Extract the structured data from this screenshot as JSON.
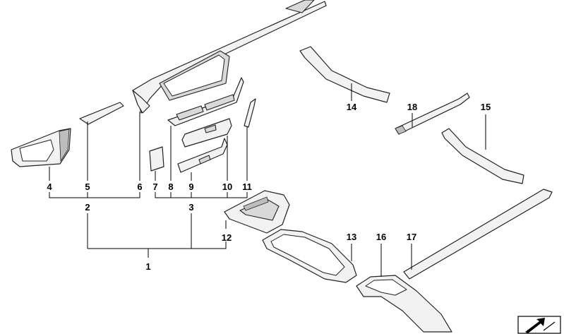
{
  "labels": [
    {
      "id": "1",
      "text": "1"
    },
    {
      "id": "2",
      "text": "2"
    },
    {
      "id": "3",
      "text": "3"
    },
    {
      "id": "4",
      "text": "4"
    },
    {
      "id": "5",
      "text": "5"
    },
    {
      "id": "6",
      "text": "6"
    },
    {
      "id": "7",
      "text": "7"
    },
    {
      "id": "8",
      "text": "8"
    },
    {
      "id": "9",
      "text": "9"
    },
    {
      "id": "10",
      "text": "10"
    },
    {
      "id": "11",
      "text": "11"
    },
    {
      "id": "12",
      "text": "12"
    },
    {
      "id": "13",
      "text": "13"
    },
    {
      "id": "14",
      "text": "14"
    },
    {
      "id": "15",
      "text": "15"
    },
    {
      "id": "16",
      "text": "16"
    },
    {
      "id": "17",
      "text": "17"
    },
    {
      "id": "18",
      "text": "18"
    }
  ],
  "icons": {
    "corner_logo": "direction-arrow-icon"
  },
  "colors": {
    "line": "#000000",
    "part_fill": "#f2f2f2",
    "shade": "#bdbdbd"
  }
}
